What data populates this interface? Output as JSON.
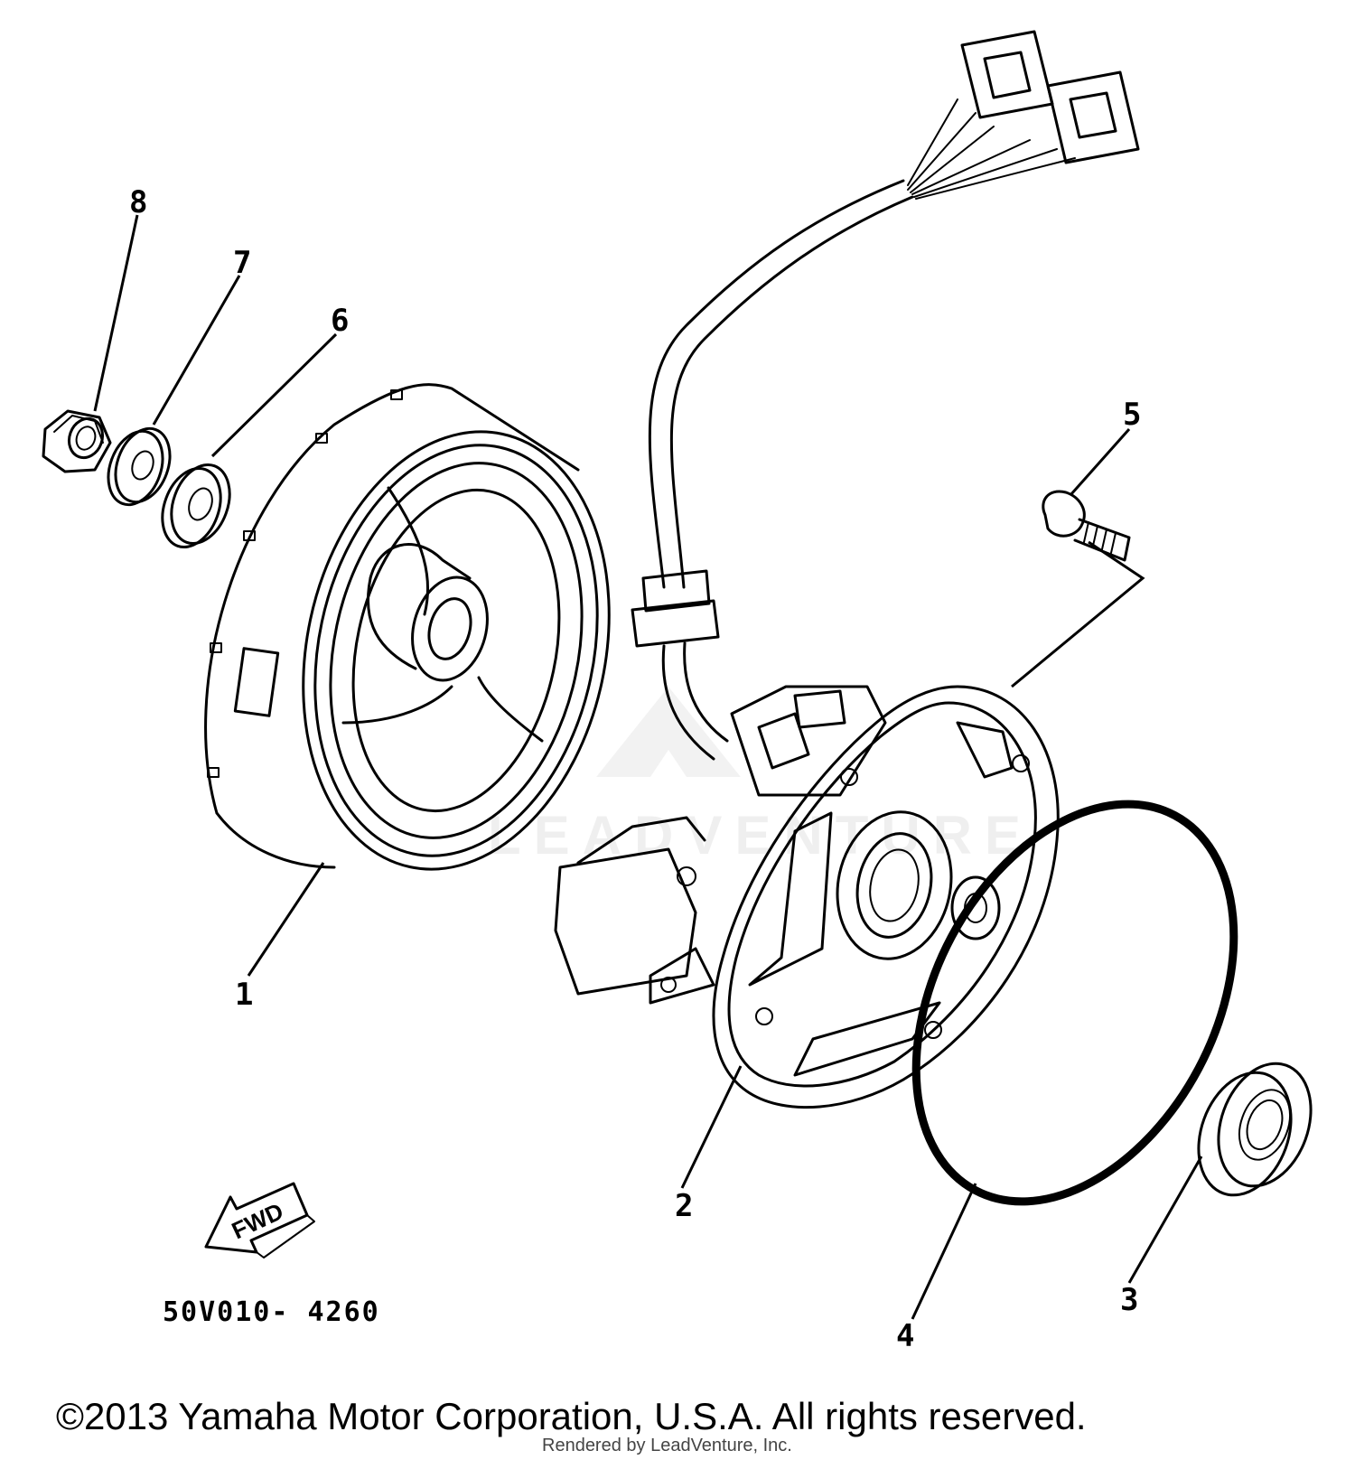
{
  "diagram": {
    "callouts": {
      "p1": "1",
      "p2": "2",
      "p3": "3",
      "p4": "4",
      "p5": "5",
      "p6": "6",
      "p7": "7",
      "p8": "8"
    },
    "direction_arrow": "FWD",
    "drawing_code": "50V010- 4260",
    "watermark": "LEADVENTURE"
  },
  "footer": {
    "copyright": "©2013 Yamaha Motor Corporation, U.S.A. All rights reserved.",
    "rendered_by": "Rendered by LeadVenture, Inc."
  }
}
